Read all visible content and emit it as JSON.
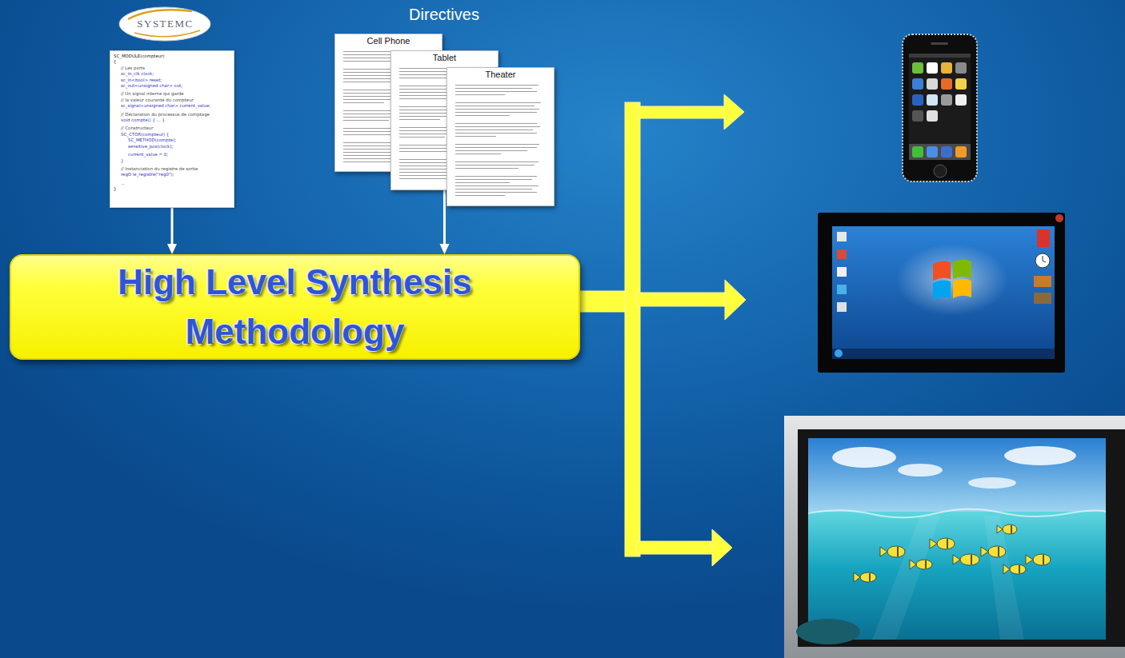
{
  "diagram": {
    "nodes": [
      {
        "text": [
          "SC_MODULE(compteur)",
          "{",
          "// Les ports",
          "sc_in_clk clock;",
          "sc_in<bool> reset;",
          "sc_out<unsigned char> out;",
          "// Un signal interne qui garde",
          "// la valeur courante du compteur",
          "sc_signal<unsigned char> current_value;",
          "// Déclaration du processus de comptage",
          "void compte() { ... }",
          "// Constructeur",
          "SC_CTOR(compteur) {",
          "SC_METHOD(compte);",
          "sensitive_pos(clock);",
          "current_value = 0;",
          "}",
          "// Instanciation du registre de sortie",
          "regO le_registre(\"reg0\");",
          "...",
          "}"
        ]
      },
      {
        "text": [
          "Cell Phone"
        ]
      },
      {
        "text": [
          "Tablet"
        ]
      },
      {
        "text": [
          "Theater"
        ]
      },
      {
        "text": [
          "High Level Synthesis Methodology"
        ]
      }
    ],
    "edges": [
      {
        "from": 0,
        "to": 4,
        "arrow": "to"
      },
      {
        "from": 2,
        "to": 4,
        "arrow": "to"
      }
    ],
    "labels": [
      "SYSTEMC",
      "Directives"
    ]
  }
}
